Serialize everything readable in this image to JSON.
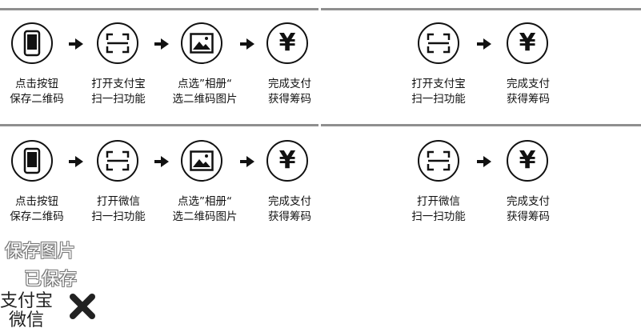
{
  "sections": [
    {
      "name": "alipay",
      "left": {
        "steps": [
          {
            "icon": "phone-icon",
            "line1": "点击按钮",
            "line2": "保存二维码"
          },
          {
            "icon": "scan-icon",
            "line1": "打开支付宝",
            "line2": "扫一扫功能"
          },
          {
            "icon": "image-icon",
            "line1": "点选”相册“",
            "line2": "选二维码图片"
          },
          {
            "icon": "yen-icon",
            "line1": "完成支付",
            "line2": "获得筹码"
          }
        ]
      },
      "right": {
        "steps": [
          {
            "icon": "scan-icon",
            "line1": "打开支付宝",
            "line2": "扫一扫功能"
          },
          {
            "icon": "yen-icon",
            "line1": "完成支付",
            "line2": "获得筹码"
          }
        ]
      }
    },
    {
      "name": "wechat",
      "left": {
        "steps": [
          {
            "icon": "phone-icon",
            "line1": "点击按钮",
            "line2": "保存二维码"
          },
          {
            "icon": "scan-icon",
            "line1": "打开微信",
            "line2": "扫一扫功能"
          },
          {
            "icon": "image-icon",
            "line1": "点选”相册“",
            "line2": "选二维码图片"
          },
          {
            "icon": "yen-icon",
            "line1": "完成支付",
            "line2": "获得筹码"
          }
        ]
      },
      "right": {
        "steps": [
          {
            "icon": "scan-icon",
            "line1": "打开微信",
            "line2": "扫一扫功能"
          },
          {
            "icon": "yen-icon",
            "line1": "完成支付",
            "line2": "获得筹码"
          }
        ]
      }
    }
  ],
  "yen_symbol": "¥",
  "overlay": {
    "save_image": "保存图片",
    "saved": "已保存",
    "alipay": "支付宝",
    "wechat": "微信",
    "close_icon": "close-icon"
  }
}
